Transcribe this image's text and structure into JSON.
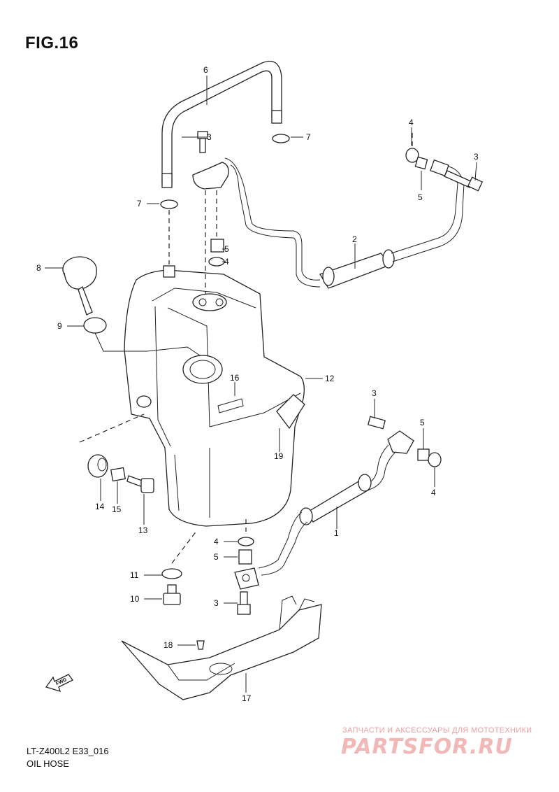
{
  "figure": {
    "title": "FIG.16"
  },
  "footer": {
    "code": "LT-Z400L2 E33_016",
    "name": "OIL HOSE"
  },
  "watermark": {
    "tagline": "ЗАПЧАСТИ И АКСЕССУАРЫ ДЛЯ МОТОТЕХНИКИ",
    "logo": "PARTSFOR.RU"
  },
  "fwd_label": "FWD",
  "callouts": {
    "c6": "6",
    "c3_top": "3",
    "c7_right": "7",
    "c7_left": "7",
    "c4_right": "4",
    "c3_right": "3",
    "c5_right": "5",
    "c2": "2",
    "c5_mid": "5",
    "c4_mid": "4",
    "c8": "8",
    "c9": "9",
    "c12": "12",
    "c16": "16",
    "c19": "19",
    "c3_lower": "3",
    "c5_lower": "5",
    "c4_lower": "4",
    "c1": "1",
    "c14": "14",
    "c15": "15",
    "c13": "13",
    "c4_bottom": "4",
    "c5_bottom": "5",
    "c3_bottom": "3",
    "c11": "11",
    "c10": "10",
    "c18": "18",
    "c17": "17"
  }
}
